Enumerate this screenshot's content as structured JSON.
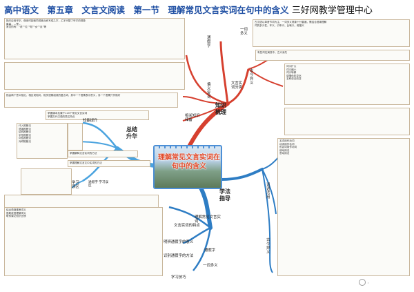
{
  "header": {
    "title": "高中语文　第五章　文言文阅读　第一节　理解常见文言实词在句中的含义",
    "brand": "三好网教学管理中心"
  },
  "center_topic": "理解常见文言实词在句中的含义",
  "main_branches": {
    "knowledge": "知识梳理",
    "summary": "总结升华",
    "guidance": "学法指导"
  },
  "knowledge": {
    "sub": [
      "通假字",
      "偏义复词",
      "相关知识储备",
      "古今异义",
      "文言实词分类",
      "一词多义"
    ],
    "notes": {
      "tongjia": [
        "指本应用甲字，借用时因音同或音近而写成乙字，乙字代替了甲字的现象",
        "最高，…是…",
        "常见的有：“说”“见”“知”“女”“反”等"
      ],
      "pianyi": [
        "指由两个意义相近，相反或相对，相关语素组成的复合词，其中一个语素表示意义，另一个语素只作陪衬"
      ],
      "chubei": [
        "掌握课本及课下120个常见文言实词",
        "掌握古代汉语的表达特点"
      ],
      "yici": [
        "古汉语以单音节词为主，一词多义现象十分普遍，需结合语境理解",
        "词的多义性，本义、引申义、比喻义、假借义"
      ],
      "gujin": [
        "有些词在演变中，古义消失",
        "词义扩大",
        "词义缩小",
        "词义转移",
        "感情色彩变化",
        "名称说法改变"
      ]
    }
  },
  "summary": {
    "sub": [
      "知能提升",
      "学习误区",
      "通假字 学习误区"
    ],
    "items": [
      "代入推断法",
      "语境推断法",
      "结构推断法",
      "字形推断法",
      "词性推断法",
      "对称推断法"
    ],
    "bars": [
      "掌握解释文言实词的方法",
      "掌握理解文言文中实词的方法"
    ]
  },
  "guidance": {
    "sub": [
      "理解常见文言实词",
      "文言实词的特点",
      "明辨通假字的意义",
      "识别通假字的方法",
      "学习技巧",
      "一词多义",
      "通假字",
      "词语活用",
      "古今异义"
    ],
    "huoyong": [
      "名词用作动词",
      "动词用作名词",
      "形容词用作动词",
      "使动用法",
      "意动用法"
    ],
    "items": [
      "结合语境推断词义",
      "借助成语理解词义",
      "联系课文知识迁移"
    ]
  }
}
